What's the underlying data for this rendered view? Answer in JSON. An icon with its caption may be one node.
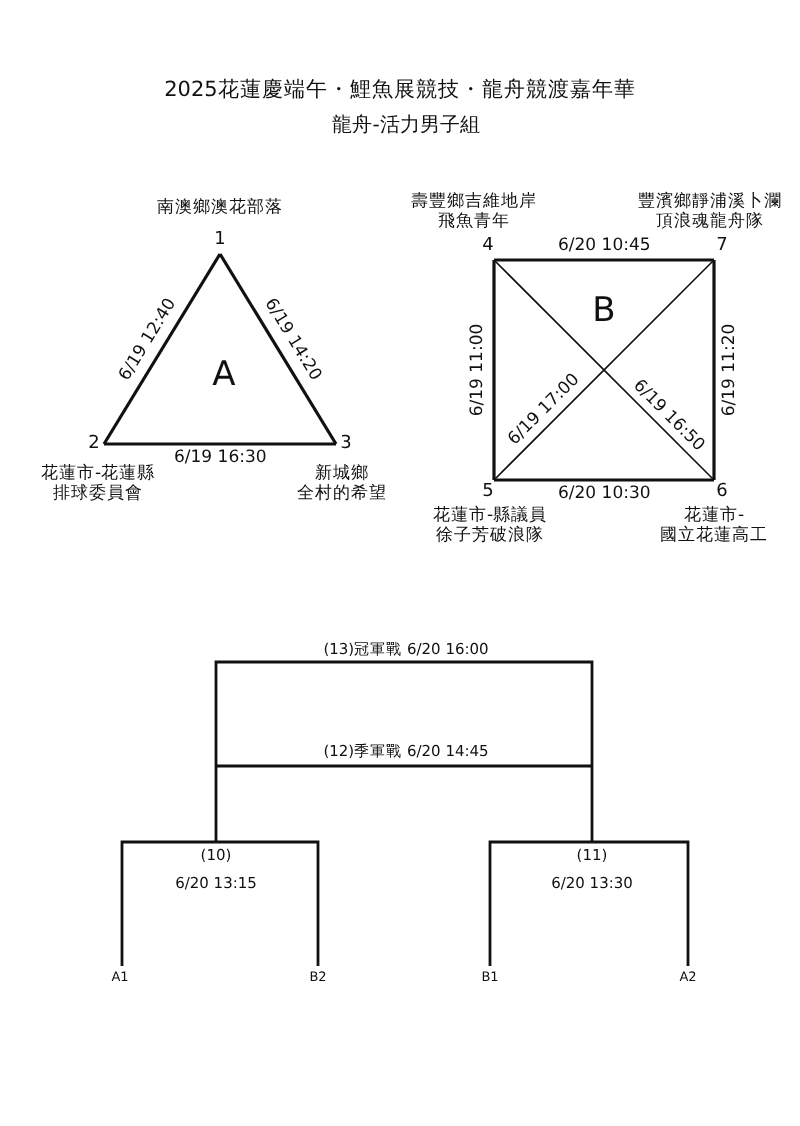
{
  "diagram": {
    "title": "2025花蓮慶端午・鯉魚展競技・龍舟競渡嘉年華",
    "nodes": [
      {
        "text": [
          "1"
        ],
        "beside": [
          "南澳鄉澳花部落"
        ]
      },
      {
        "text": [
          "2"
        ],
        "beside": [
          "花蓮市-花蓮縣排球委員會"
        ]
      },
      {
        "text": [
          "3"
        ],
        "beside": [
          "新城鄉全村的希望"
        ]
      },
      {
        "text": [
          "4"
        ],
        "beside": [
          "壽豐鄉吉維地岸飛魚青年"
        ]
      },
      {
        "text": [
          "7"
        ],
        "beside": [
          "豐濱鄉靜浦溪卜瀾頂浪魂龍舟隊"
        ]
      },
      {
        "text": [
          "5"
        ],
        "beside": [
          "花蓮市-縣議員徐子芳破浪隊"
        ]
      },
      {
        "text": [
          "6"
        ],
        "beside": [
          "花蓮市-國立花蓮高工"
        ]
      }
    ],
    "edges": [
      {
        "from": 0,
        "to": 1,
        "arrow": "none",
        "label": "6/19 12:40"
      },
      {
        "from": 0,
        "to": 2,
        "arrow": "none",
        "label": "6/19 14:20"
      },
      {
        "from": 1,
        "to": 2,
        "arrow": "none",
        "label": "6/19 16:30"
      },
      {
        "from": 3,
        "to": 4,
        "arrow": "none",
        "label": "6/20 10:45"
      },
      {
        "from": 3,
        "to": 5,
        "arrow": "none",
        "label": "6/19 11:00"
      },
      {
        "from": 4,
        "to": 6,
        "arrow": "none",
        "label": "6/19 11:20"
      },
      {
        "from": 5,
        "to": 4,
        "arrow": "none",
        "label": "6/19 17:00"
      },
      {
        "from": 3,
        "to": 6,
        "arrow": "none",
        "label": "6/19 16:50"
      },
      {
        "from": 5,
        "to": 6,
        "arrow": "none",
        "label": "6/20 10:30"
      }
    ],
    "labels": [
      "龍舟-活力男子組",
      "A",
      "B",
      "(13)冠軍戰 6/20 16:00",
      "(12)季軍戰 6/20 14:45",
      "(10)",
      "6/20 13:15",
      "(11)",
      "6/20 13:30",
      "A1",
      "B2",
      "B1",
      "A2"
    ]
  }
}
